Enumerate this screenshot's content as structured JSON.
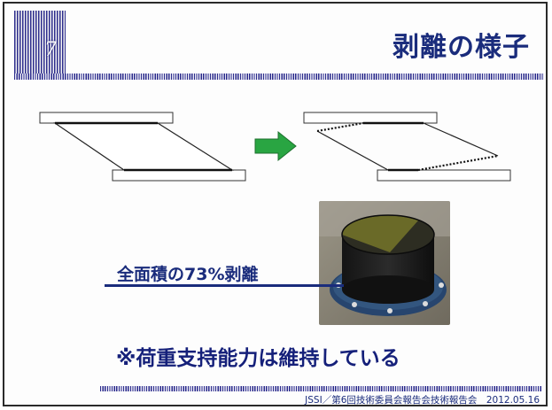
{
  "slide": {
    "number": "7",
    "title": "剥離の様子",
    "callout": "全面積の73%剥離",
    "note": "※荷重支持能力は維持している",
    "footer": "JSSI／第6回技術委員会報告会技術報告会　2012.05.16"
  },
  "colors": {
    "title": "#1a2c7c",
    "stripe": "#2c2c8c",
    "arrow": "#29a542"
  },
  "photo": {
    "subject": "rubber-bearing-specimen"
  }
}
